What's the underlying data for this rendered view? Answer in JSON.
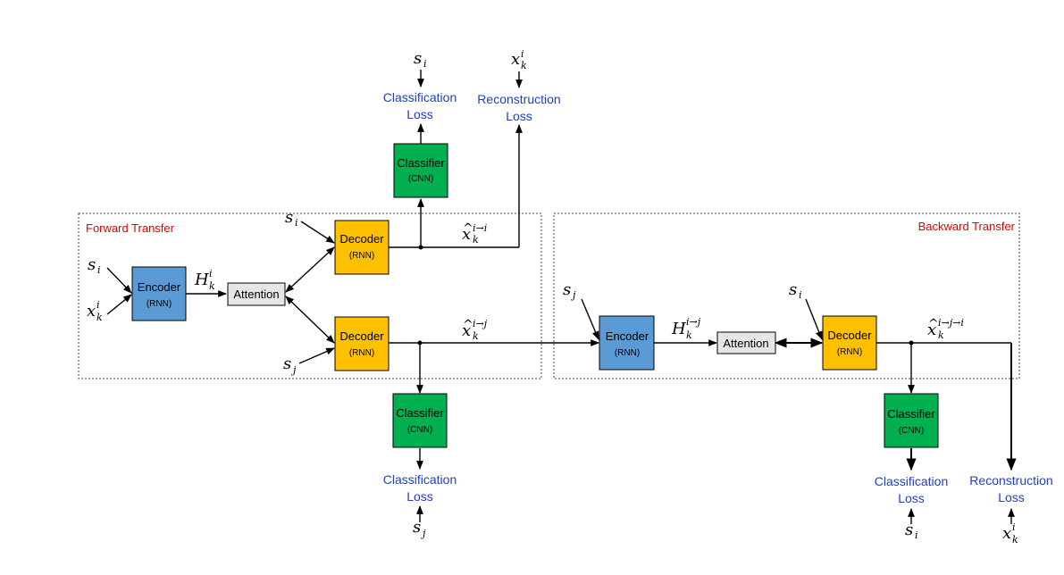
{
  "regions": {
    "forward": "Forward Transfer",
    "backward": "Backward Transfer"
  },
  "blocks": {
    "encoder": "Encoder",
    "decoder": "Decoder",
    "classifier": "Classifier",
    "attention": "Attention",
    "rnn": "(RNN)",
    "cnn": "(CNN)"
  },
  "losses": {
    "classification": [
      "Classification",
      "Loss"
    ],
    "reconstruction": [
      "Reconstruction",
      "Loss"
    ]
  },
  "symbols": {
    "s": "s",
    "x": "x",
    "H": "H",
    "sub_i": "i",
    "sub_j": "j",
    "sub_k": "k",
    "sup_i": "i",
    "sup_i_to_i": "i→i",
    "sup_i_to_j": "i→j",
    "sup_i_to_j_to_i": "i→j→i"
  },
  "colors": {
    "encoder": "#5b9bd5",
    "decoder": "#ffc000",
    "classifier": "#00b050",
    "attention": "#e7e6e6",
    "loss_text": "#1f3fbf",
    "region_label": "#e00000"
  }
}
